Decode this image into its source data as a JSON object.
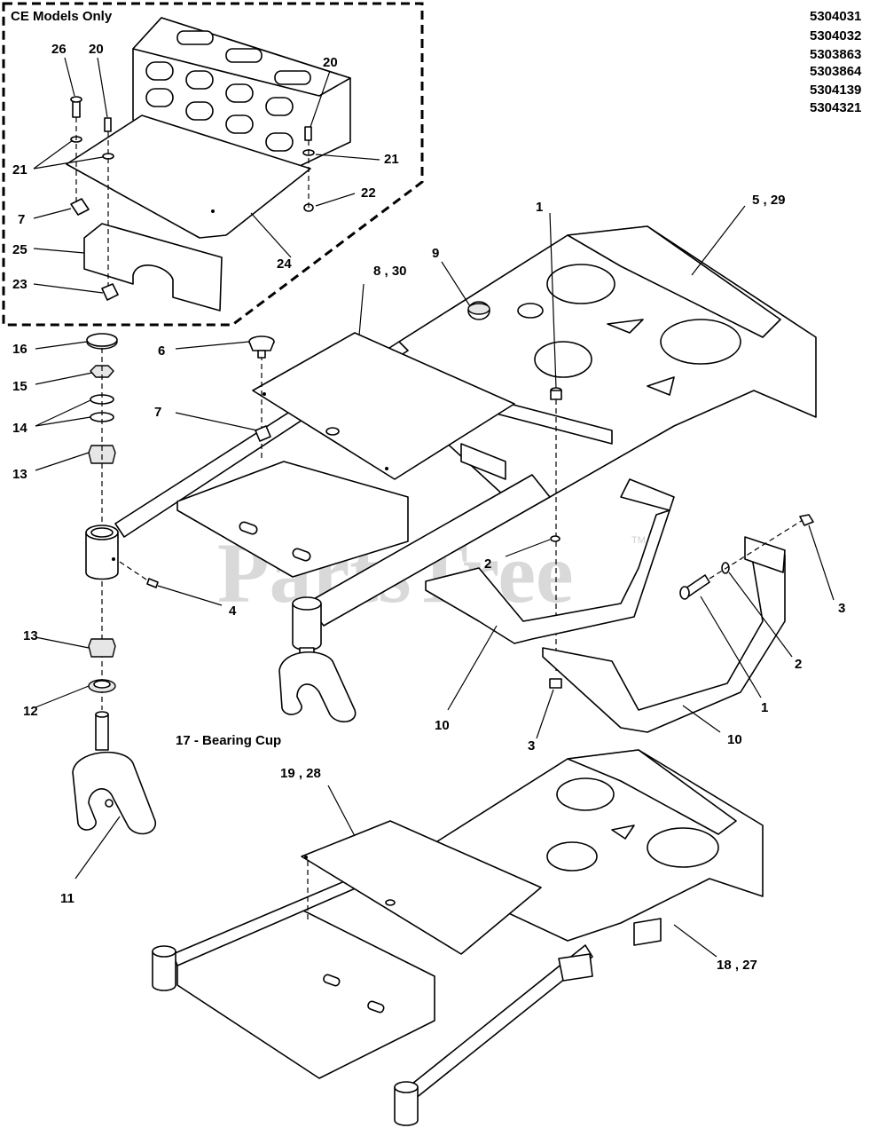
{
  "header": {
    "box_title": "CE Models Only",
    "model_numbers": [
      "5304031",
      "5304032",
      "5303863",
      "5303864",
      "5304139",
      "5304321"
    ]
  },
  "note": "17 - Bearing Cup",
  "watermark": "PartsTree",
  "trademark": "TM",
  "callouts": {
    "c26": "26",
    "c20a": "20",
    "c20b": "20",
    "c21a": "21",
    "c21b": "21",
    "c7a": "7",
    "c22": "22",
    "c25": "25",
    "c23": "23",
    "c24": "24",
    "c1a": "1",
    "c5_29": "5 , 29",
    "c9": "9",
    "c8_30": "8 , 30",
    "c16": "16",
    "c6": "6",
    "c15": "15",
    "c14": "14",
    "c7b": "7",
    "c13a": "13",
    "c2a": "2",
    "c3a": "3",
    "c4": "4",
    "c2b": "2",
    "c13b": "13",
    "c12": "12",
    "c1b": "1",
    "c10a": "10",
    "c3b": "3",
    "c10b": "10",
    "c19_28": "19 , 28",
    "c11": "11",
    "c18_27": "18 , 27"
  }
}
